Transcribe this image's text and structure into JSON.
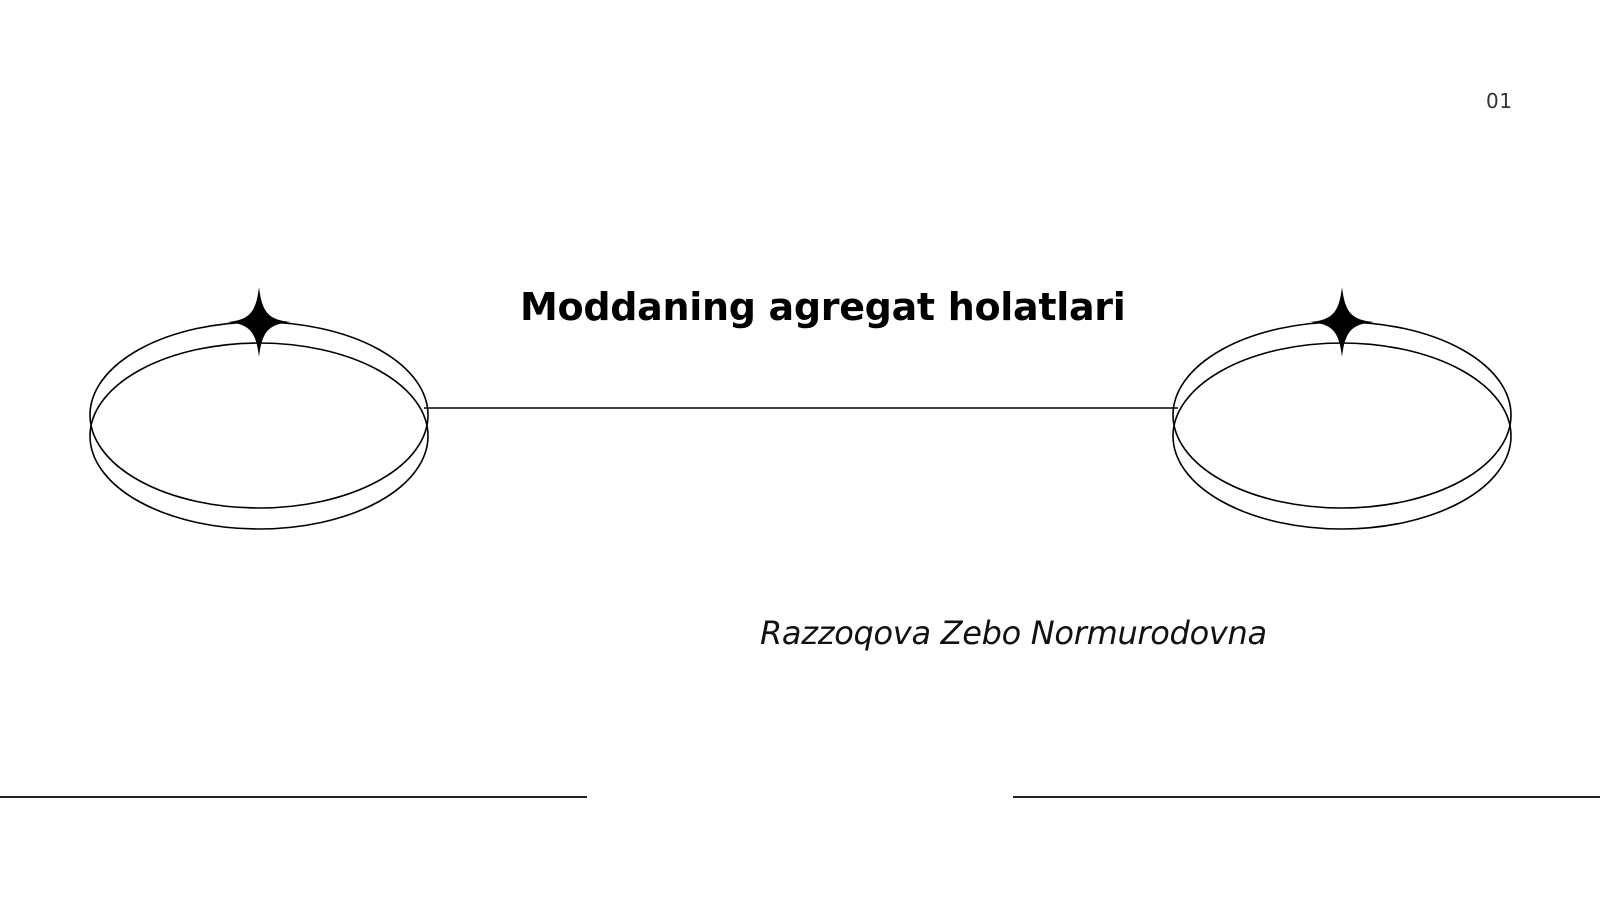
{
  "slide": {
    "page_number": "01",
    "title": "Moddaning agregat holatlari",
    "author": "Razzoqova Zebo Normurodovna"
  },
  "colors": {
    "background": "#ffffff",
    "stroke": "#000000",
    "text": "#000000",
    "page_number": "#333333"
  },
  "icons": {
    "left_ornament": "sparkle-star-ellipse-ring",
    "right_ornament": "sparkle-star-ellipse-ring"
  }
}
